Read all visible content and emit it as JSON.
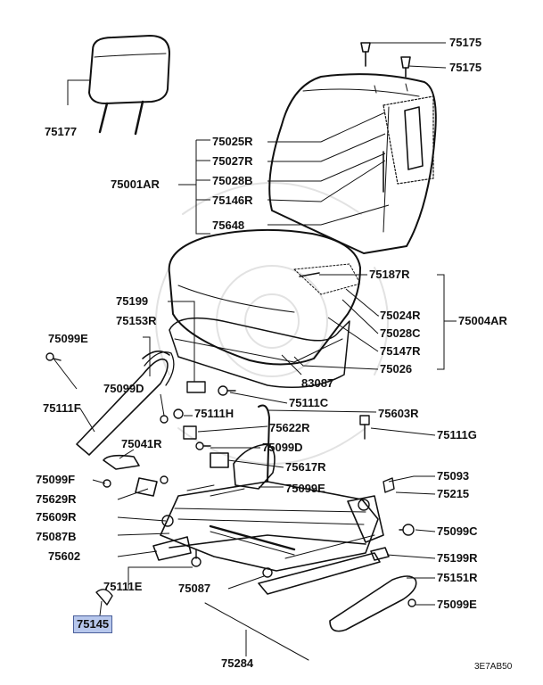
{
  "diagram_code": "3E7AB50",
  "highlight_color": "#b7c7ec",
  "parts": {
    "p75175a": "75175",
    "p75175b": "75175",
    "p75177": "75177",
    "p75025R": "75025R",
    "p75027R": "75027R",
    "p75001AR": "75001AR",
    "p75028B": "75028B",
    "p75146R": "75146R",
    "p75648": "75648",
    "p75187R": "75187R",
    "p75199": "75199",
    "p75024R": "75024R",
    "p75004AR": "75004AR",
    "p75153R": "75153R",
    "p75028C": "75028C",
    "p75099E_a": "75099E",
    "p75147R": "75147R",
    "p75026": "75026",
    "p83087": "83087",
    "p75099D_a": "75099D",
    "p75111C": "75111C",
    "p75111F": "75111F",
    "p75111H": "75111H",
    "p75603R": "75603R",
    "p75622R": "75622R",
    "p75111G": "75111G",
    "p75041R": "75041R",
    "p75099D_b": "75099D",
    "p75617R": "75617R",
    "p75099F": "75099F",
    "p75093": "75093",
    "p75099E_b": "75099E",
    "p75629R": "75629R",
    "p75215": "75215",
    "p75609R": "75609R",
    "p75087B": "75087B",
    "p75099C": "75099C",
    "p75602": "75602",
    "p75199R": "75199R",
    "p75151R": "75151R",
    "p75111E": "75111E",
    "p75087": "75087",
    "p75099E_c": "75099E",
    "p75145": "75145",
    "p75284": "75284"
  }
}
